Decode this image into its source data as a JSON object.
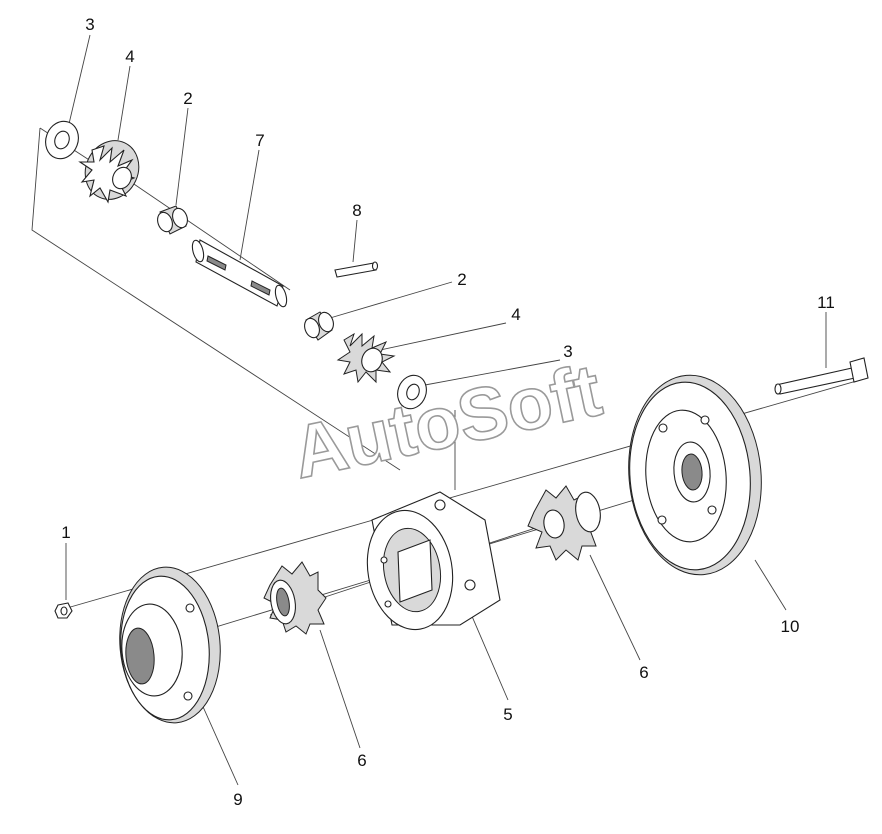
{
  "watermark": "AutoSoft",
  "callouts": {
    "c3_top": "3",
    "c4_top": "4",
    "c2_top": "2",
    "c7": "7",
    "c8": "8",
    "c2_mid": "2",
    "c4_mid": "4",
    "c3_mid": "3",
    "c11": "11",
    "c1": "1",
    "c10": "10",
    "c6_right": "6",
    "c5": "5",
    "c6_left": "6",
    "c9": "9"
  }
}
